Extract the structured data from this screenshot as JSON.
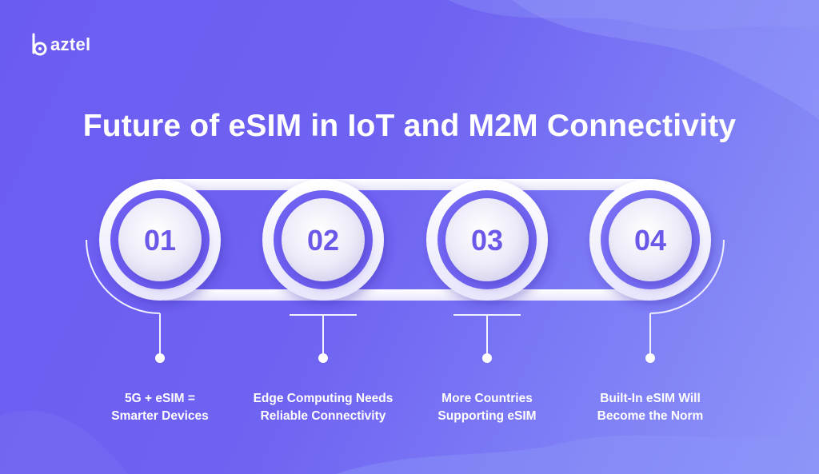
{
  "brand": {
    "name": "aztel"
  },
  "title": "Future of eSIM in IoT and M2M Connectivity",
  "steps": [
    {
      "number": "01",
      "line1": "5G + eSIM =",
      "line2": "Smarter Devices"
    },
    {
      "number": "02",
      "line1": "Edge Computing Needs",
      "line2": "Reliable Connectivity"
    },
    {
      "number": "03",
      "line1": "More Countries",
      "line2": "Supporting eSIM"
    },
    {
      "number": "04",
      "line1": "Built-In eSIM Will",
      "line2": "Become the Norm"
    }
  ],
  "colors": {
    "background_start": "#6b5cf0",
    "background_end": "#8e96f8",
    "number": "#6a58e8",
    "track": "#f3f2ff",
    "text": "#ffffff"
  }
}
